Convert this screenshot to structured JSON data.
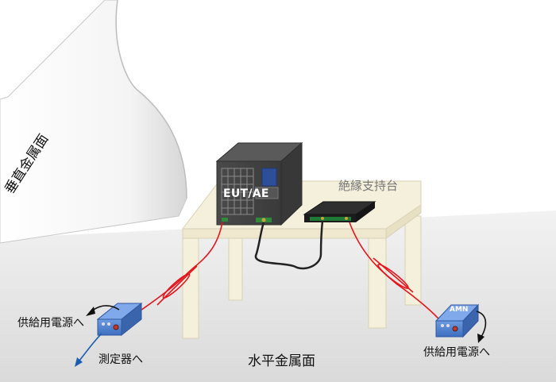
{
  "labels": {
    "vertical_plane": "垂直金属面",
    "insulating_support": "絶縁支持台",
    "horizontal_plane": "水平金属面",
    "power_supply_left": "供給用電源へ",
    "measurement": "測定器へ",
    "power_supply_right": "供給用電源へ",
    "eut": "EUT/AE",
    "amn": "AMN"
  },
  "colors": {
    "cable_red": "#e3141b",
    "cable_black": "#222222",
    "arrow_blue": "#1d5db0",
    "table": "#f5f0dc",
    "floor": "#e6e6e6"
  }
}
